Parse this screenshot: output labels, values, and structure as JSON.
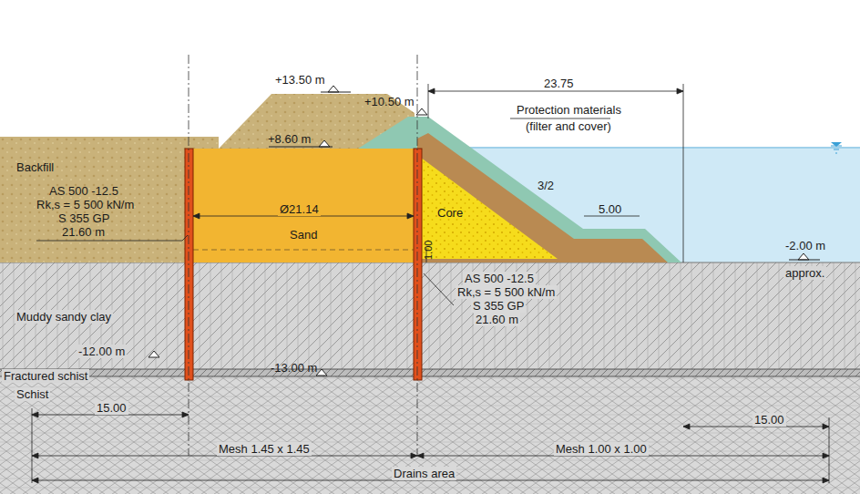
{
  "diagram": {
    "labels": [
      "+13.50 m",
      "23.75",
      "+10.50 m",
      "Protection materials",
      "(filter and cover)",
      "+8.60 m",
      "Backfill",
      "AS 500 -12.5",
      "Rk,s = 5 500 kN/m",
      "S 355 GP",
      "21.60 m",
      "Ø21.14",
      "Sand",
      "Core",
      "3/2",
      "5.00",
      "1.00",
      "AS 500 -12.5",
      "Rk,s = 5 500 kN/m",
      "S 355 GP",
      "21.60 m",
      "-2.00 m",
      "approx.",
      "Muddy sandy clay",
      "-12.00 m",
      "-13.00 m",
      "Fractured schist",
      "Schist",
      "15.00",
      "15.00",
      "Mesh 1.45 x 1.45",
      "Mesh 1.00 x 1.00",
      "Drains area"
    ]
  }
}
